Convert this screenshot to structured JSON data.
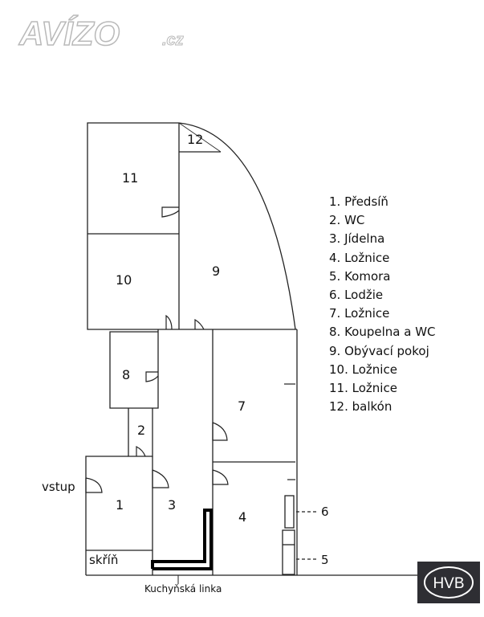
{
  "brand": {
    "logo_text": "AVÍZO",
    "logo_suffix": ".cz",
    "agency_logo": "HVB"
  },
  "rooms": {
    "r1": "1",
    "r2": "2",
    "r3": "3",
    "r4": "4",
    "r7": "7",
    "r8": "8",
    "r9": "9",
    "r10": "10",
    "r11": "11",
    "r12": "12"
  },
  "annotations": {
    "entrance": "vstup",
    "wardrobe": "skříň",
    "kitchen": "Kuchyňská linka",
    "marker_loggia": "6",
    "marker_pantry": "5"
  },
  "legend": [
    "1. Předsíň",
    "2. WC",
    "3. Jídelna",
    "4. Ložnice",
    "5. Komora",
    "6. Lodžie",
    "7. Ložnice",
    "8. Koupelna a WC",
    "9. Obývací pokoj",
    "10. Ložnice",
    "11. Ložnice",
    "12. balkón"
  ]
}
